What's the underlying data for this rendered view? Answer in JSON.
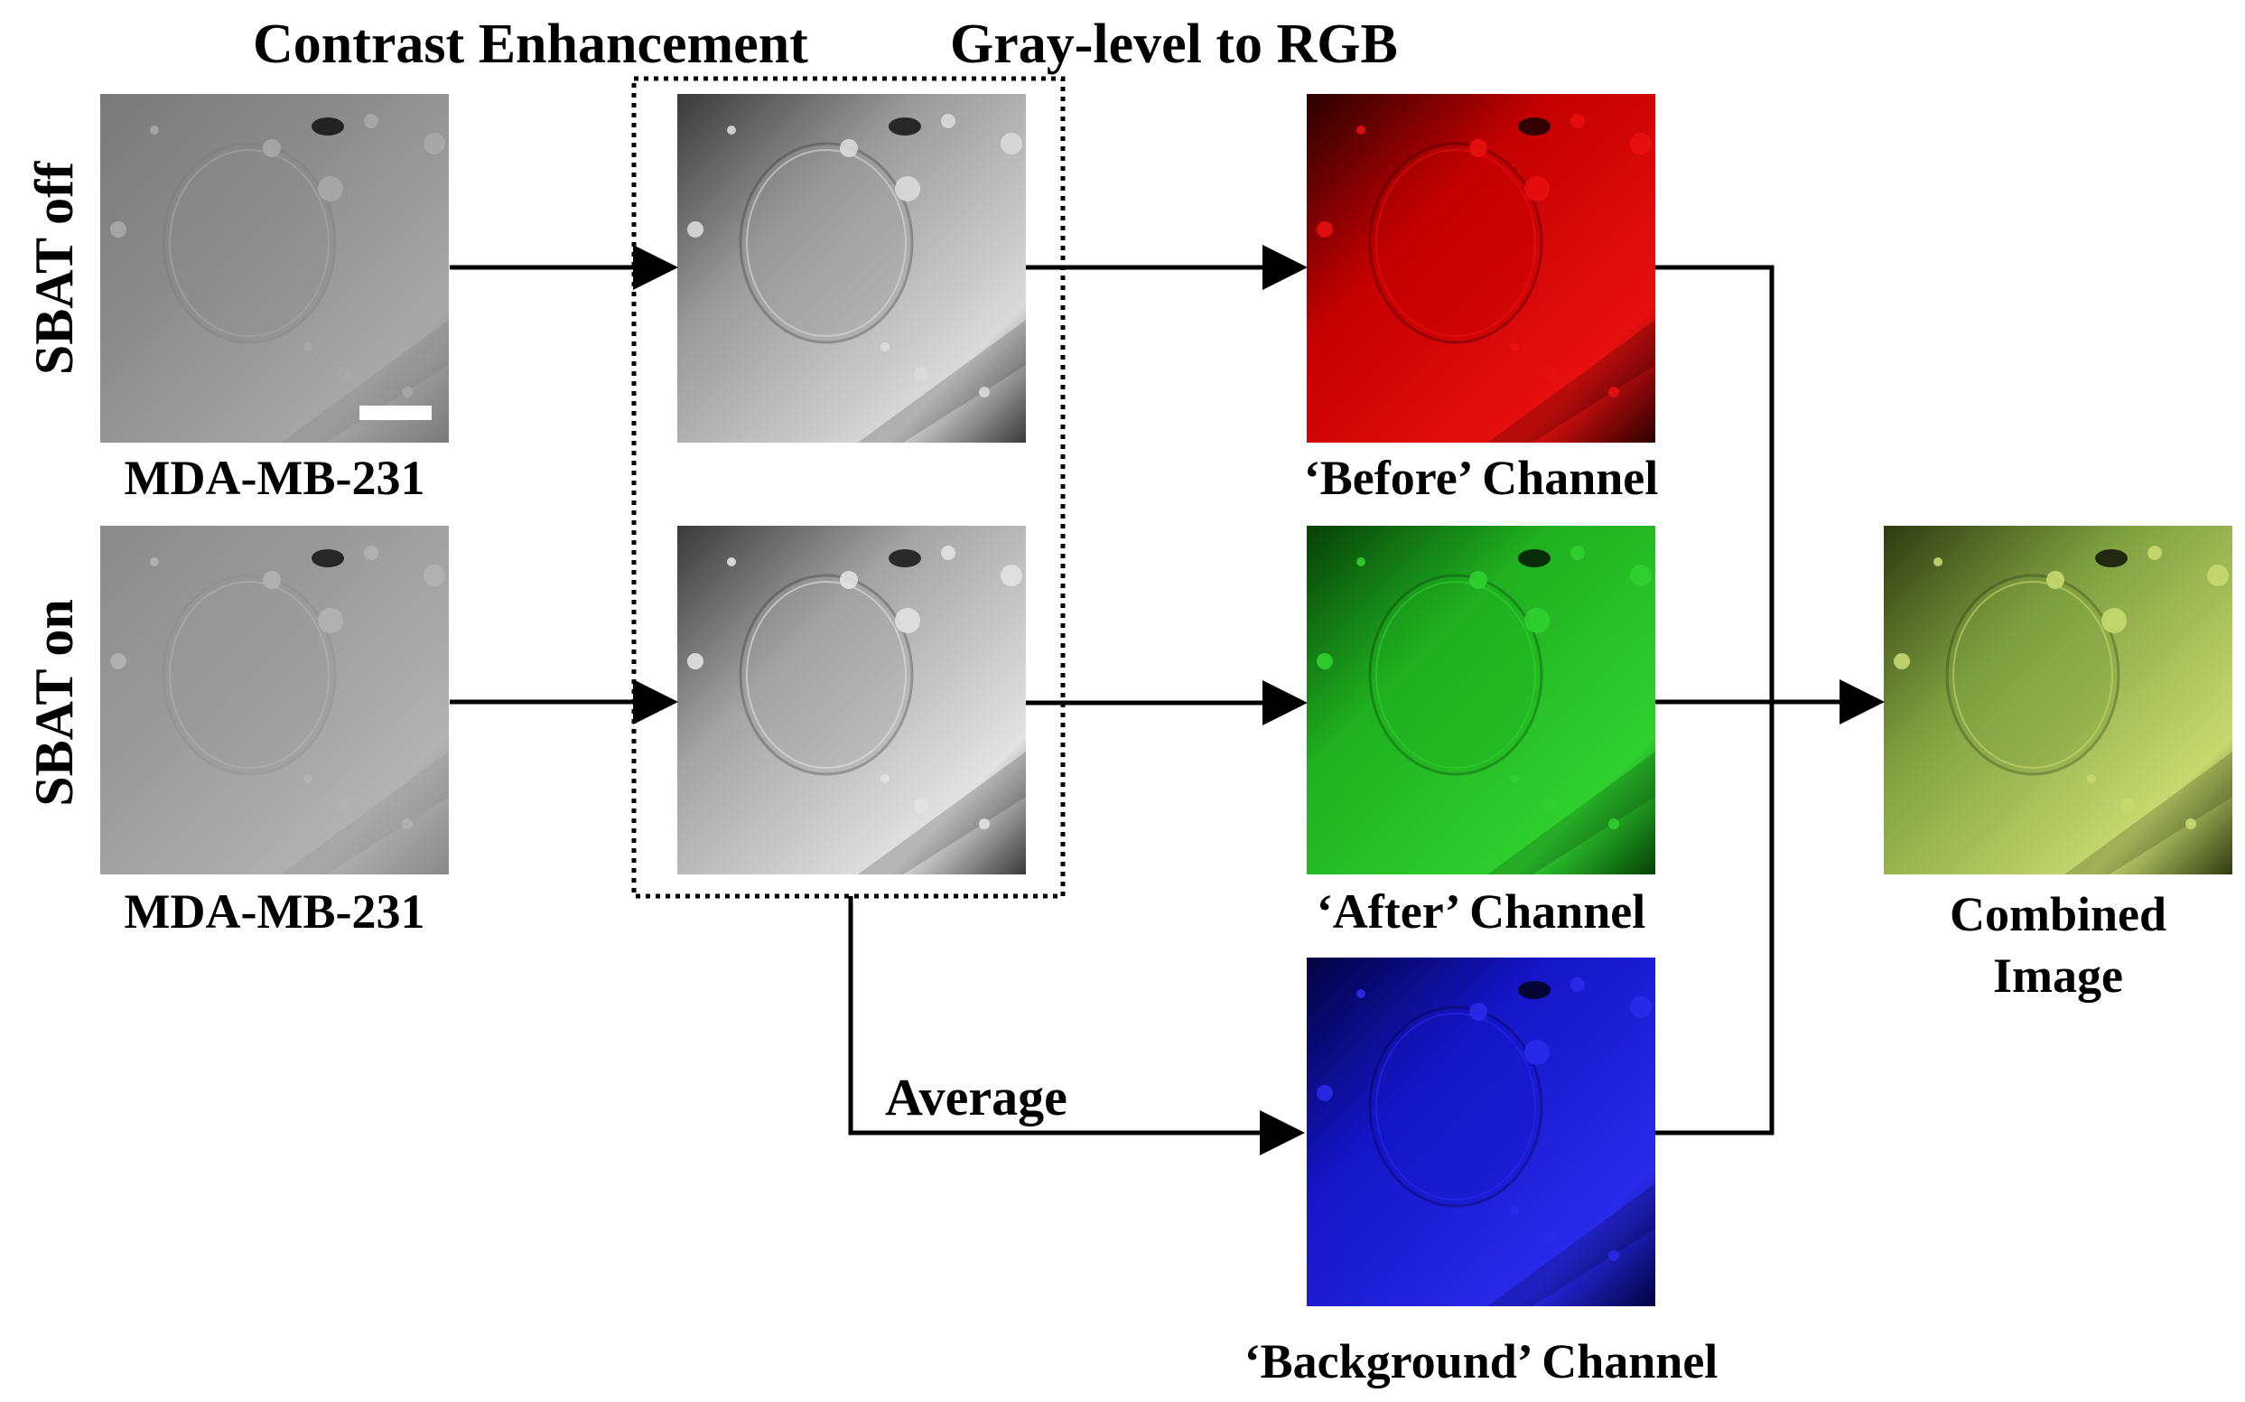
{
  "headers": {
    "contrast": "Contrast Enhancement",
    "gray_to_rgb": "Gray-level to RGB"
  },
  "rows": {
    "off": "SBAT off",
    "on": "SBAT on"
  },
  "captions": {
    "raw_off": "MDA-MB-231",
    "raw_on": "MDA-MB-231",
    "before": "‘Before’ Channel",
    "after": "‘After’ Channel",
    "background": "‘Background’ Channel",
    "combined_line1": "Combined",
    "combined_line2": "Image"
  },
  "edge_labels": {
    "average": "Average"
  },
  "panels": {
    "raw_off": {
      "tint": "#8a8a8a",
      "dark": "#7a7a7a",
      "light": "#a8a8a8"
    },
    "raw_on": {
      "tint": "#999999",
      "dark": "#8a8a8a",
      "light": "#b2b2b2"
    },
    "enh_off": {
      "tint": "#9a9a9a",
      "dark": "#3a3a3a",
      "light": "#dadada"
    },
    "enh_on": {
      "tint": "#a4a4a4",
      "dark": "#3a3a3a",
      "light": "#e2e2e2"
    },
    "before": {
      "tint": "#c40000",
      "dark": "#2a0000",
      "light": "#e81010"
    },
    "after": {
      "tint": "#20b020",
      "dark": "#064006",
      "light": "#30d030"
    },
    "background": {
      "tint": "#1515c8",
      "dark": "#020240",
      "light": "#2a2aea"
    },
    "combined": {
      "tint": "#7fa040",
      "dark": "#2f3a10",
      "light": "#c8d870"
    }
  }
}
